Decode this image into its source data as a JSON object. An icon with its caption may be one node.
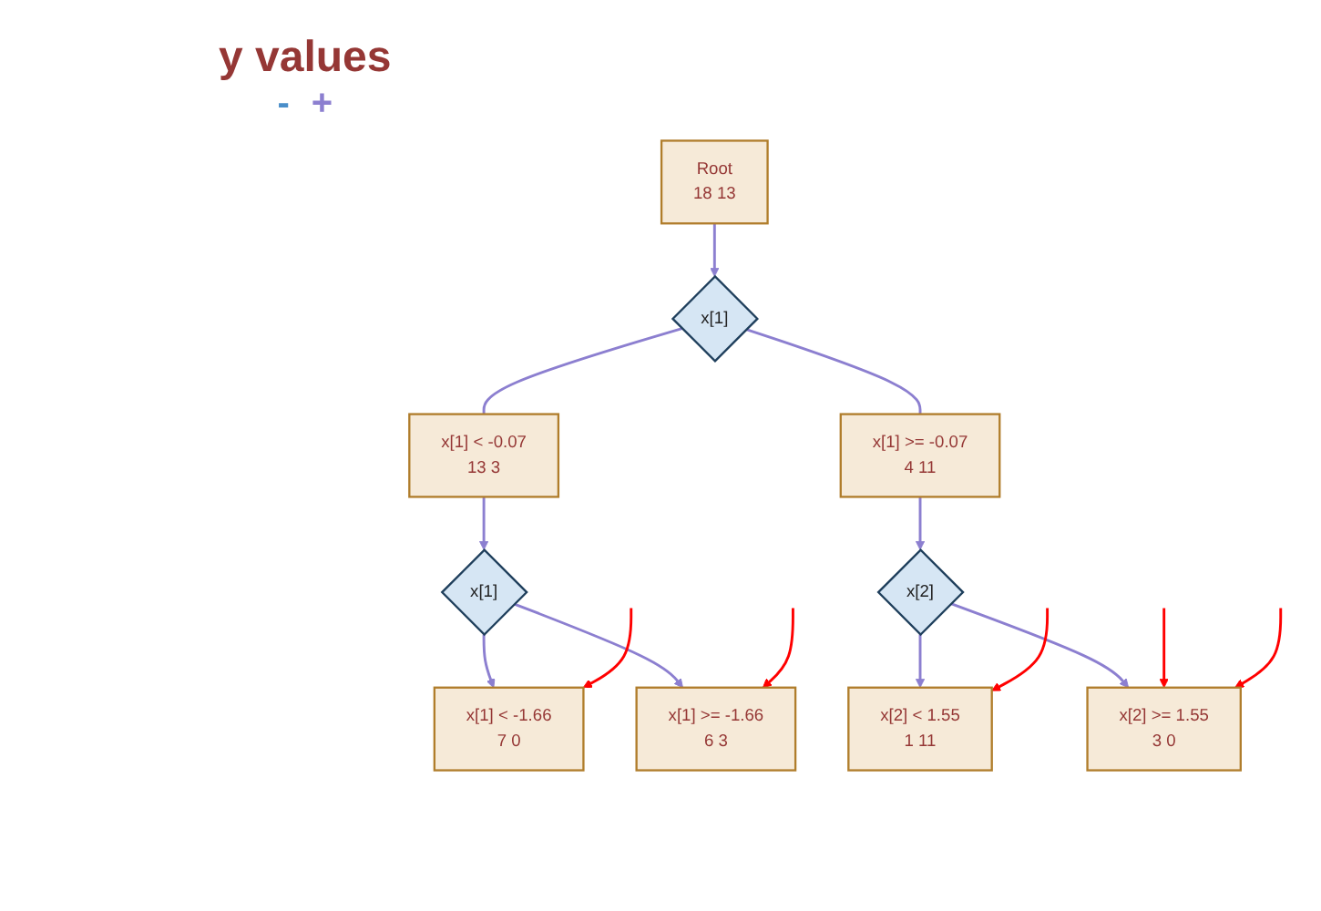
{
  "diagram": {
    "nodes": [
      {
        "text": [
          "Root",
          "18 13"
        ]
      },
      {
        "text": [
          "x[1]"
        ]
      },
      {
        "text": [
          "x[1] < -0.07",
          "13 3"
        ]
      },
      {
        "text": [
          "x[1] >= -0.07",
          "4 11"
        ]
      },
      {
        "text": [
          "x[1]"
        ]
      },
      {
        "text": [
          "x[2]"
        ]
      },
      {
        "text": [
          "x[1] < -1.66",
          "7 0"
        ]
      },
      {
        "text": [
          "x[1] >= -1.66",
          "6 3"
        ]
      },
      {
        "text": [
          "x[2] < 1.55",
          "1 11"
        ]
      },
      {
        "text": [
          "x[2] >= 1.55",
          "3 0"
        ]
      }
    ],
    "edges": [
      {
        "from": 0,
        "to": 1,
        "arrow": "to"
      },
      {
        "from": 1,
        "to": 2,
        "arrow": "none"
      },
      {
        "from": 1,
        "to": 3,
        "arrow": "none"
      },
      {
        "from": 2,
        "to": 4,
        "arrow": "to"
      },
      {
        "from": 3,
        "to": 5,
        "arrow": "to"
      },
      {
        "from": 4,
        "to": 6,
        "arrow": "to"
      },
      {
        "from": 4,
        "to": 7,
        "arrow": "to"
      },
      {
        "from": 5,
        "to": 8,
        "arrow": "to"
      },
      {
        "from": 5,
        "to": 9,
        "arrow": "to"
      },
      {
        "from": null,
        "to": 6,
        "arrow": "to",
        "color": "#ff0000"
      },
      {
        "from": null,
        "to": 7,
        "arrow": "to",
        "color": "#ff0000"
      },
      {
        "from": null,
        "to": 8,
        "arrow": "to",
        "color": "#ff0000"
      },
      {
        "from": null,
        "to": 9,
        "arrow": "to",
        "color": "#ff0000"
      },
      {
        "from": null,
        "to": 9,
        "arrow": "to",
        "color": "#ff0000"
      }
    ],
    "labels": [
      "y values",
      "-",
      "+"
    ]
  }
}
